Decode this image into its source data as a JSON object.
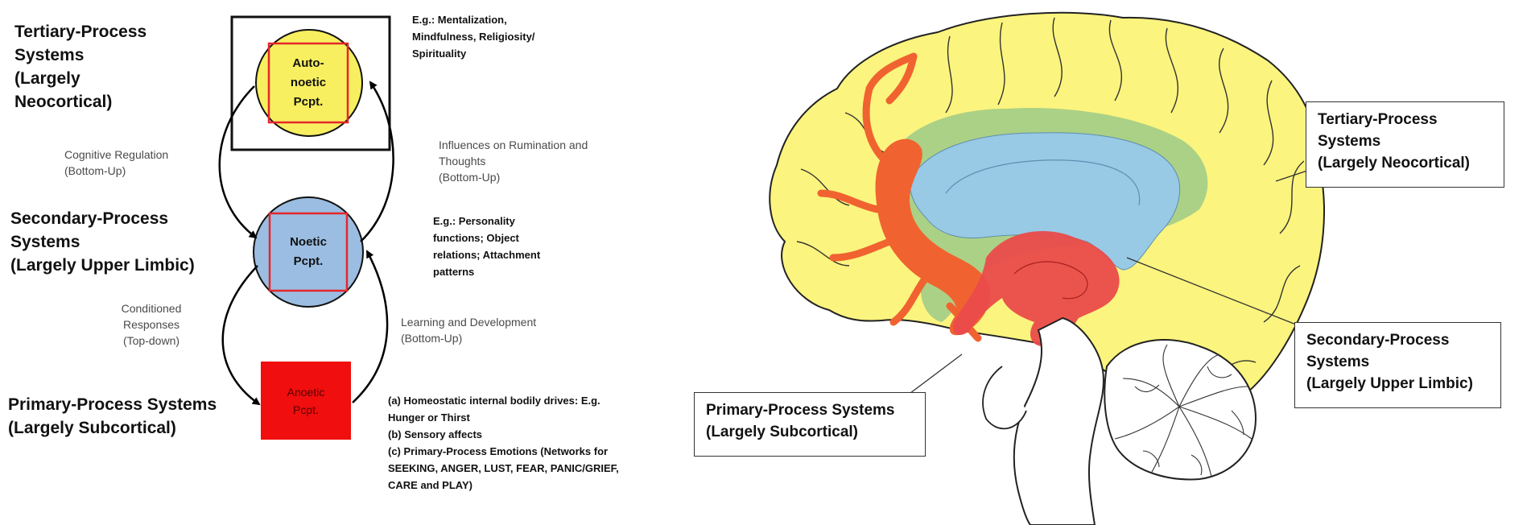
{
  "colors": {
    "tertiary": "#fbf47e",
    "tertiary_node": "#f7ef5f",
    "secondary": "#98c9e5",
    "secondary_node": "#9bbde2",
    "primary": "#ea4b4b",
    "primary_node": "#f00e0e",
    "limbic_green": "#a7cf87",
    "orange": "#f06330",
    "inner_square": "#e6262a"
  },
  "left_diagram": {
    "levels": {
      "tertiary": [
        "Tertiary-Process",
        "Systems",
        "(Largely",
        "Neocortical)"
      ],
      "secondary": [
        "Secondary-Process",
        "Systems",
        "(Largely Upper Limbic)"
      ],
      "primary": [
        "Primary-Process Systems",
        "(Largely Subcortical)"
      ]
    },
    "nodes": {
      "autonoetic": [
        "Auto-",
        "noetic",
        "Pcpt."
      ],
      "noetic": [
        "Noetic",
        "Pcpt."
      ],
      "anoetic": [
        "Anoetic",
        "Pcpt."
      ]
    },
    "regulation": {
      "cognitive": [
        "Cognitive Regulation",
        "(Bottom-Up)"
      ],
      "conditioned": [
        "Conditioned",
        "Responses",
        "(Top-down)"
      ],
      "rumination": [
        "Influences on Rumination and",
        "Thoughts",
        "(Bottom-Up)"
      ],
      "learning": [
        "Learning and Development",
        "(Bottom-Up)"
      ]
    },
    "examples": {
      "tertiary": [
        "E.g.: Mentalization,",
        "Mindfulness,  Religiosity/",
        "Spirituality"
      ],
      "secondary": [
        "E.g.: Personality",
        "functions; Object",
        "relations; Attachment",
        "patterns"
      ],
      "primary": [
        "(a) Homeostatic internal bodily drives: E.g.",
        "Hunger or Thirst",
        "(b) Sensory affects",
        "(c) Primary-Process  Emotions (Networks for",
        "SEEKING,  ANGER, LUST, FEAR, PANIC/GRIEF,",
        "CARE and PLAY)"
      ]
    }
  },
  "right_diagram": {
    "labels": {
      "tertiary": [
        "Tertiary-Process",
        "Systems",
        "(Largely Neocortical)"
      ],
      "secondary": [
        "Secondary-Process",
        "Systems",
        "(Largely Upper Limbic)"
      ],
      "primary": [
        "Primary-Process Systems",
        "(Largely Subcortical)"
      ]
    }
  }
}
